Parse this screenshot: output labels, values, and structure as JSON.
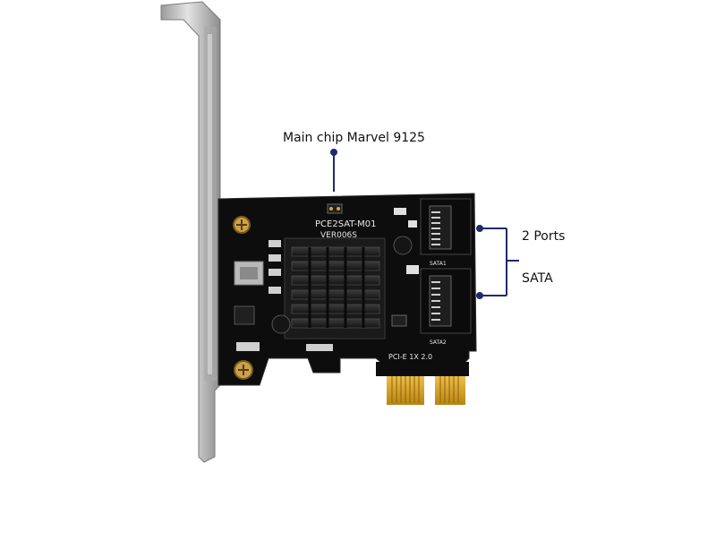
{
  "annotations": {
    "main_chip": "Main chip Marvel 9125",
    "ports": "2 Ports",
    "interface": "SATA"
  },
  "board": {
    "model": "PCE2SAT-M01",
    "version": "VER006S",
    "slot": "PCI-E 1X  2.0",
    "port1": "SATA1",
    "port2": "SATA2"
  },
  "colors": {
    "annotation_line": "#1f2a6b",
    "pcb": "#0d0d0d",
    "bracket": "#b9b9b9",
    "gold": "#d9a92a"
  }
}
